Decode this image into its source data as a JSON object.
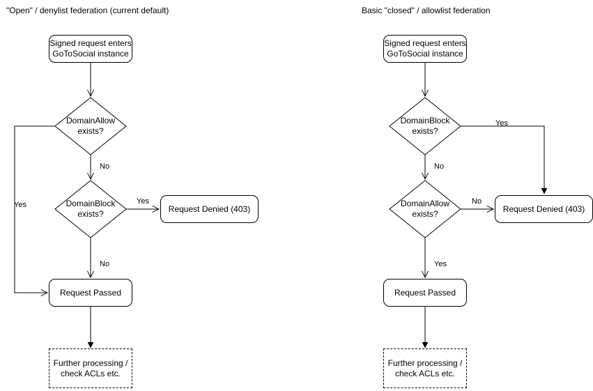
{
  "diagrams": [
    {
      "id": "open-denylist",
      "title": "\"Open\" / denylist federation (current default)",
      "nodes": {
        "start": "Signed request enters\nGoToSocial instance",
        "start_line1": "Signed request enters",
        "start_line2": "GoToSocial instance",
        "decision1_line1": "DomainAllow",
        "decision1_line2": "exists?",
        "decision2_line1": "DomainBlock",
        "decision2_line2": "exists?",
        "denied": "Request Denied (403)",
        "passed": "Request Passed",
        "further_line1": "Further processing /",
        "further_line2": "check ACLs etc."
      },
      "edge_labels": {
        "allow_yes": "Yes",
        "allow_no": "No",
        "block_yes": "Yes",
        "block_no": "No"
      }
    },
    {
      "id": "closed-allowlist",
      "title": "Basic \"closed\" / allowlist federation",
      "nodes": {
        "start_line1": "Signed request enters",
        "start_line2": "GoToSocial instance",
        "decision1_line1": "DomainBlock",
        "decision1_line2": "exists?",
        "decision2_line1": "DomainAllow",
        "decision2_line2": "exists?",
        "denied": "Request Denied (403)",
        "passed": "Request Passed",
        "further_line1": "Further processing /",
        "further_line2": "check ACLs etc."
      },
      "edge_labels": {
        "block_yes": "Yes",
        "block_no": "No",
        "allow_no": "No",
        "allow_yes": "Yes"
      }
    }
  ],
  "colors": {
    "stroke": "#000000",
    "text": "#000000",
    "background": "#ffffff"
  }
}
